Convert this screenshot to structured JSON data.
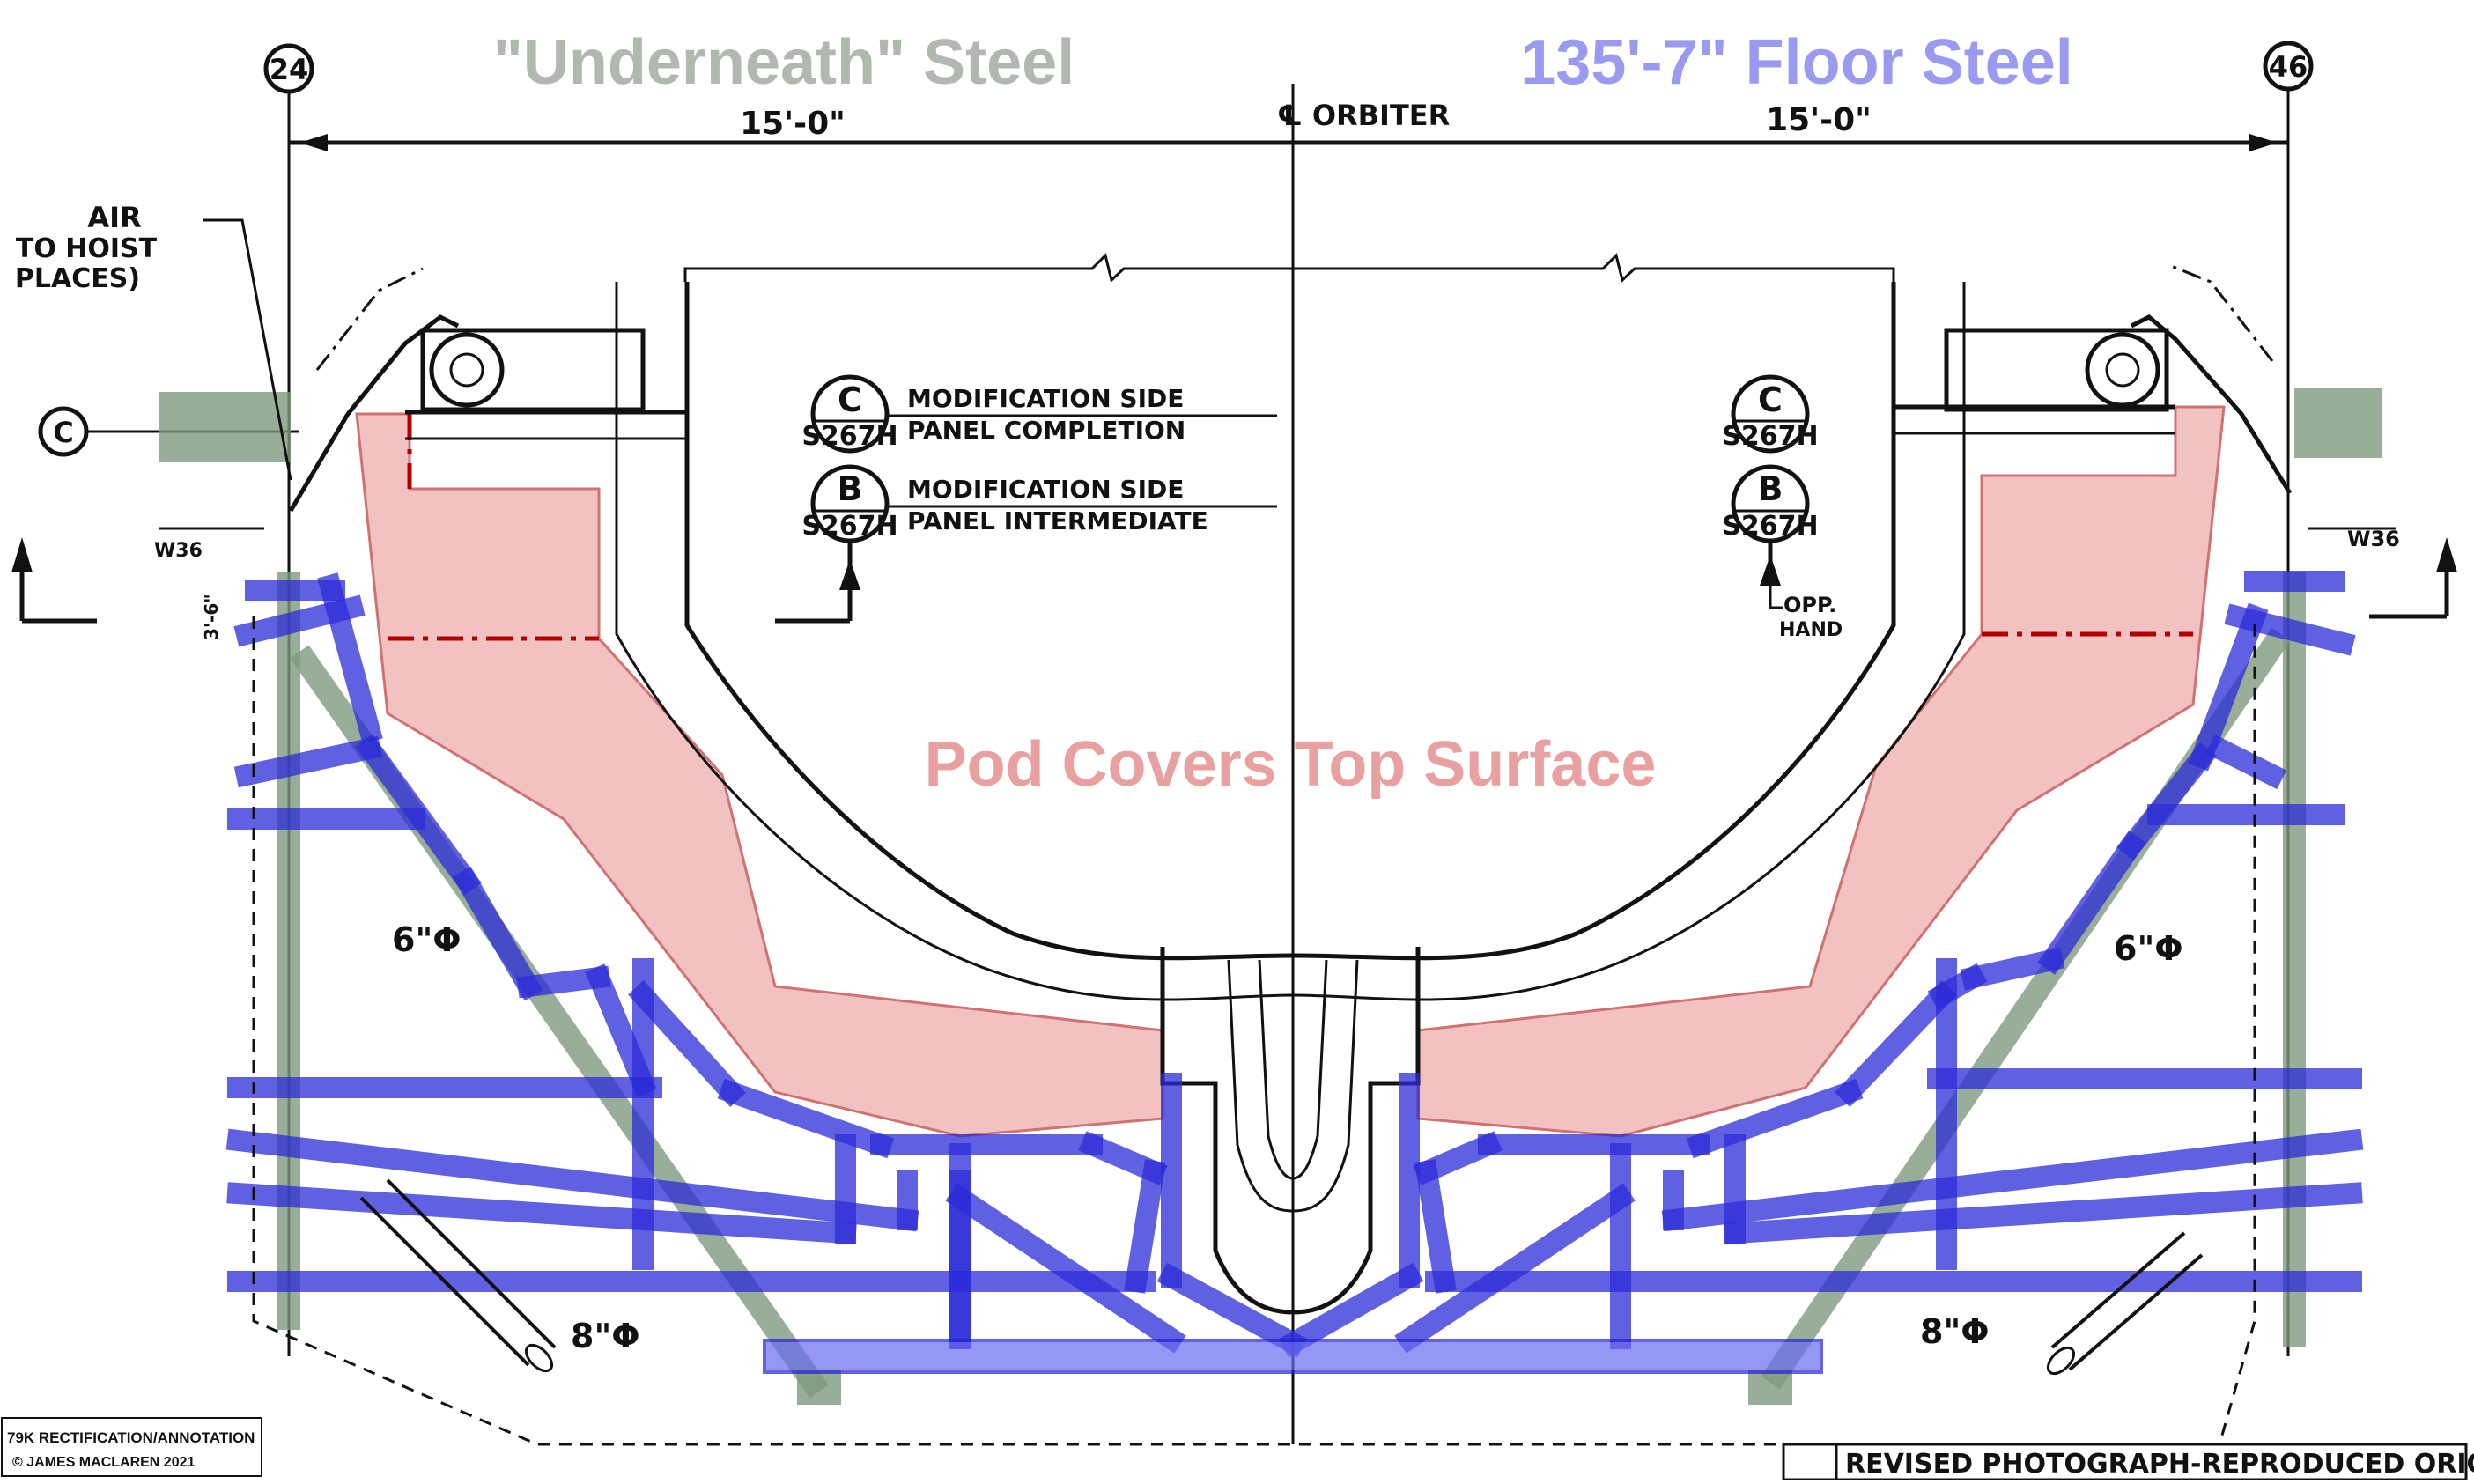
{
  "annotations": {
    "underneath_steel": "\"Underneath\" Steel",
    "floor_steel": "135'-7\" Floor Steel",
    "pod_covers": "Pod Covers Top Surface"
  },
  "colors": {
    "underneath_steel": "#b0b8b0",
    "floor_steel": "#9a9af0",
    "pod_covers": "#e8a0a0",
    "blue_steel": "#2b2bd8",
    "green_steel": "#7e9a7e",
    "pink_cover": "#e98f8f"
  },
  "gridlines": {
    "left": "24",
    "right": "46",
    "row": "C"
  },
  "dimensions": {
    "left_span": "15'-0\"",
    "right_span": "15'-0\"",
    "center_label": "℄ ORBITER"
  },
  "notes": {
    "air_hoist": [
      "AIR",
      "TO HOIST",
      "PLACES)"
    ],
    "w36_left": "W36",
    "w36_right": "W36",
    "pipe_6_left": "6\"Φ",
    "pipe_6_right": "6\"Φ",
    "pipe_8_left": "8\"Φ",
    "pipe_8_right": "8\"Φ",
    "opp_hand": [
      "OPP.",
      "HAND"
    ],
    "dim_left_small": "3'-6\""
  },
  "detail_callouts": [
    {
      "letter": "C",
      "sheet": "S267H",
      "line1": "MODIFICATION SIDE",
      "line2": "PANEL COMPLETION"
    },
    {
      "letter": "B",
      "sheet": "S267H",
      "line1": "MODIFICATION SIDE",
      "line2": "PANEL INTERMEDIATE"
    }
  ],
  "detail_callouts_right": [
    {
      "letter": "C",
      "sheet": "S267H"
    },
    {
      "letter": "B",
      "sheet": "S267H"
    }
  ],
  "credit": {
    "line1": "79K RECTIFICATION/ANNOTATION",
    "line2": "© JAMES MACLAREN 2021"
  },
  "stamp": "REVISED PHOTOGRAPH-REPRODUCED ORIGINAL"
}
